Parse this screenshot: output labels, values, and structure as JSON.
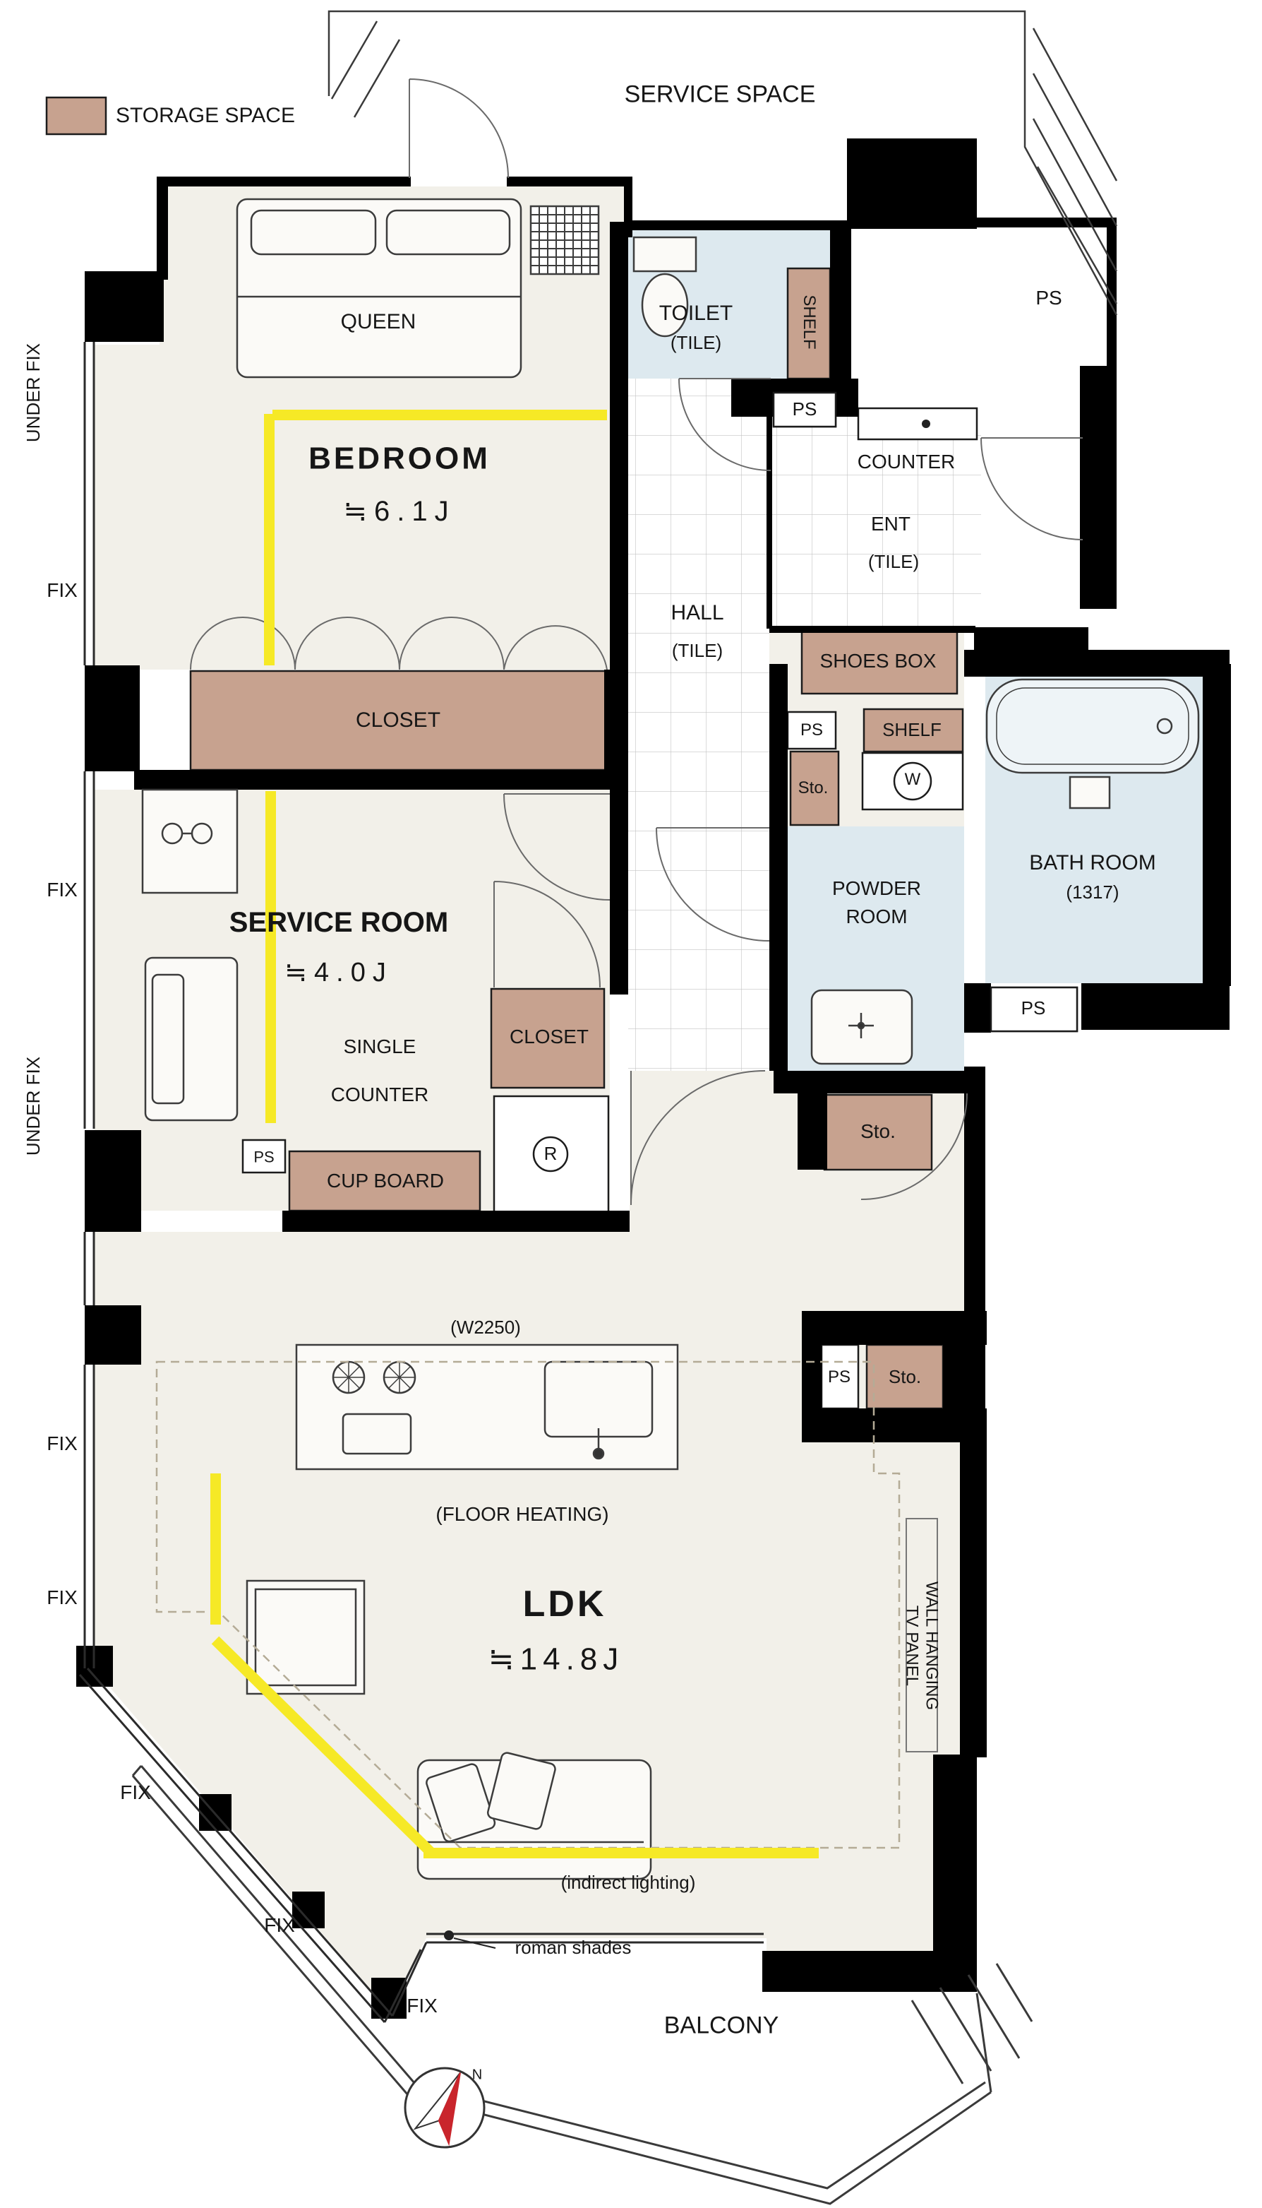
{
  "legend": {
    "storage_space": "STORAGE SPACE"
  },
  "colors": {
    "storage_fill": "#c7a28f",
    "wet_area_fill": "#dde9ef",
    "wall": "#000000",
    "indirect_lighting_yellow": "#f6e926",
    "floor": "#f2f0e9",
    "compass_red": "#c9252c"
  },
  "labels": {
    "service_space": "SERVICE SPACE",
    "queen": "QUEEN",
    "bedroom": "BEDROOM",
    "bedroom_size": "≒6.1J",
    "closet": "CLOSET",
    "under_fix": "UNDER FIX",
    "fix": "FIX",
    "service_room": "SERVICE ROOM",
    "service_room_size": "≒4.0J",
    "single": "SINGLE",
    "counter": "COUNTER",
    "cup_board": "CUP BOARD",
    "ps": "PS",
    "toilet": "TOILET",
    "tile": "(TILE)",
    "shelf": "SHELF",
    "ent": "ENT",
    "hall": "HALL",
    "shoes_box": "SHOES BOX",
    "sto": "Sto.",
    "washer": "W",
    "powder_room_1": "POWDER",
    "powder_room_2": "ROOM",
    "bath_room": "BATH ROOM",
    "bath_size": "(1317)",
    "kitchen_width": "(W2250)",
    "floor_heating": "(FLOOR HEATING)",
    "ldk": "LDK",
    "ldk_size": "≒14.8J",
    "tv_1": "WALL HANGING",
    "tv_2": "TV PANEL",
    "indirect": "(indirect lighting)",
    "roman_shades": "roman shades",
    "balcony": "BALCONY",
    "fridge": "R",
    "north": "N"
  },
  "rooms": [
    {
      "name": "BEDROOM",
      "size": "≒6.1J"
    },
    {
      "name": "SERVICE ROOM",
      "size": "≒4.0J"
    },
    {
      "name": "LDK",
      "size": "≒14.8J"
    },
    {
      "name": "BATH ROOM",
      "size": "(1317)"
    }
  ]
}
